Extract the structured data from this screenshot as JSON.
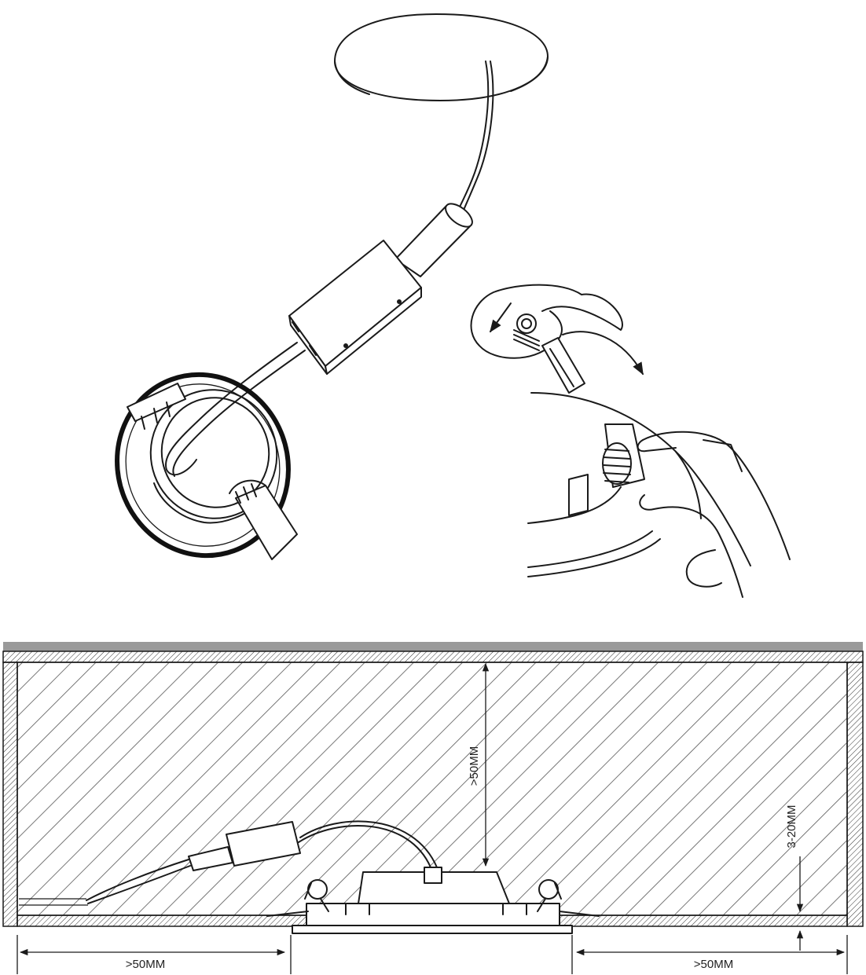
{
  "labels": {
    "depth": ">50MM",
    "ceiling_thickness": "3-20MM",
    "left_clearance": ">50MM",
    "right_clearance": ">50MM"
  },
  "colors": {
    "line": "#1a1a1a",
    "hatch": "#555555",
    "ceiling_band": "#9a9a9a"
  },
  "icons": {
    "rotation_arrow": "curved-arrow-icon",
    "press_arrow": "down-arrow-icon"
  }
}
